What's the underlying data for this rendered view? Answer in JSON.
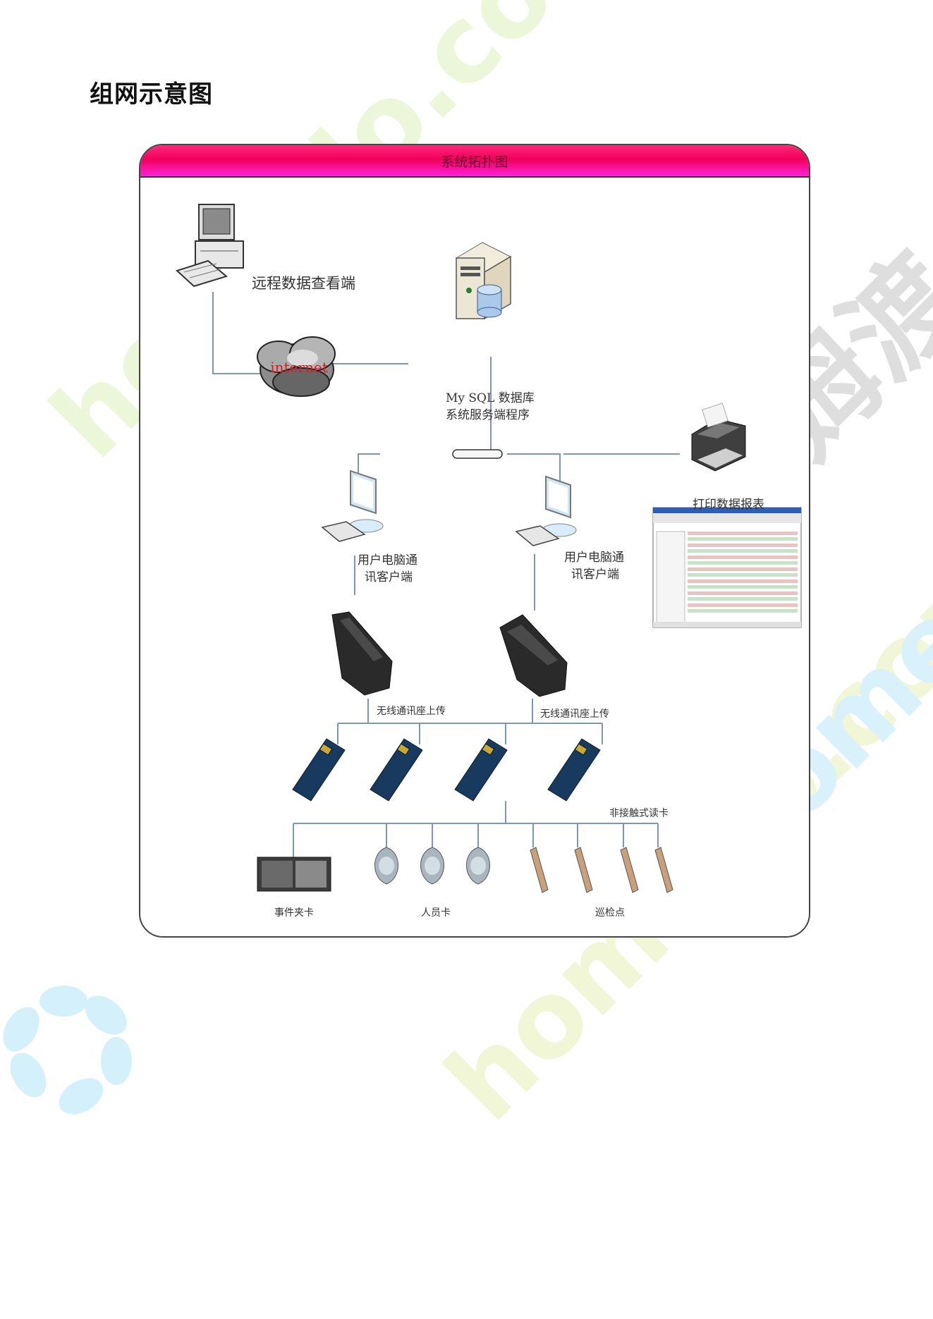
{
  "page": {
    "heading": "组网示意图"
  },
  "diagram": {
    "banner_title": "系统拓扑图",
    "remote_terminal_label": "远程数据查看端",
    "cloud_label": "internet",
    "server_label_line1": "My SQL 数据库",
    "server_label_line2": "系统服务端程序",
    "printer_label": "打印数据报表",
    "client_left_line1": "用户电脑通",
    "client_left_line2": "讯客户端",
    "client_right_line1": "用户电脑通",
    "client_right_line2": "讯客户端",
    "dock_left_label": "无线通讯座上传",
    "dock_right_label": "无线通讯座上传",
    "reader_label": "非接触式读卡",
    "event_card_label": "事件夹卡",
    "staff_card_label": "人员卡",
    "checkpoint_label": "巡检点"
  },
  "watermark": {
    "text_1": "homedo.com",
    "text_2": "河姆渡",
    "text_3": "homedo.com",
    "text_4": "homedo.com",
    "color_cyan": "#cdeefa",
    "color_yellow": "#f4f7d0",
    "color_gray": "#dcdcdc"
  },
  "colors": {
    "banner_start": "#ff2a7a",
    "banner_end": "#ff22d8",
    "line": "#7a96b8"
  }
}
